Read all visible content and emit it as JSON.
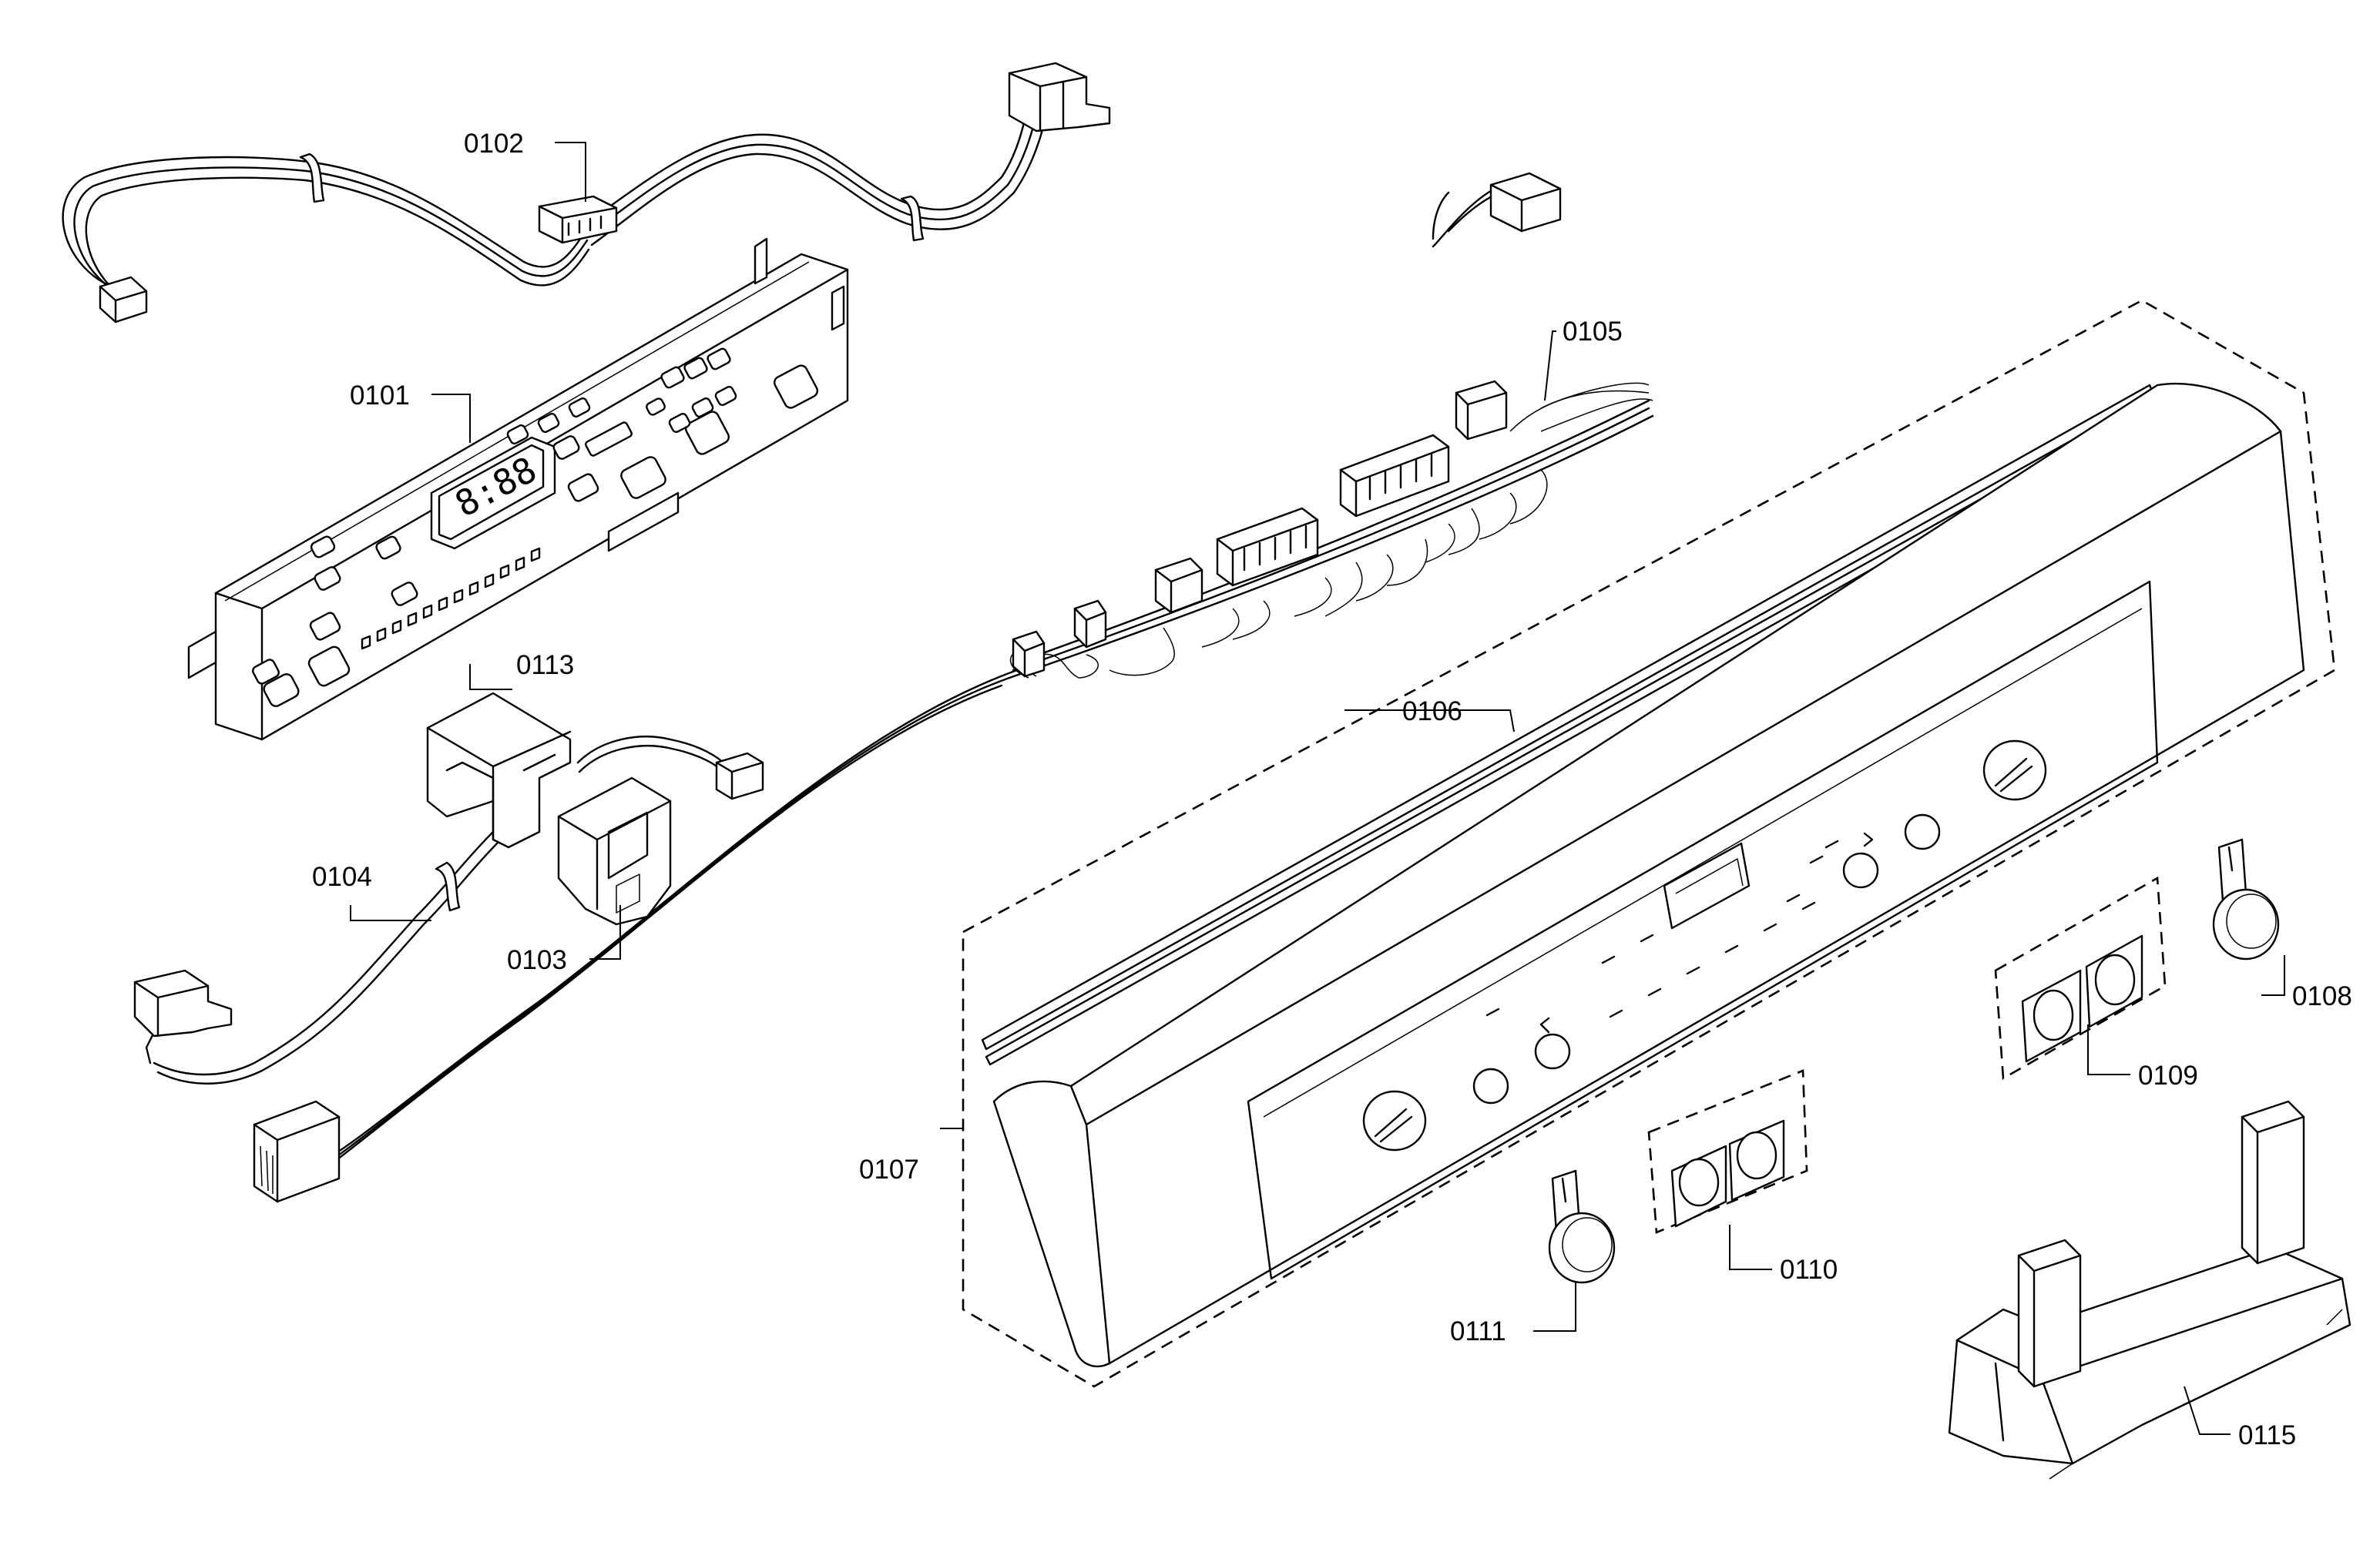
{
  "display_readout": "8:88",
  "callouts": [
    {
      "id": "c0101",
      "text": "0101"
    },
    {
      "id": "c0102",
      "text": "0102"
    },
    {
      "id": "c0103",
      "text": "0103"
    },
    {
      "id": "c0104",
      "text": "0104"
    },
    {
      "id": "c0105",
      "text": "0105"
    },
    {
      "id": "c0106",
      "text": "0106"
    },
    {
      "id": "c0107",
      "text": "0107"
    },
    {
      "id": "c0108",
      "text": "0108"
    },
    {
      "id": "c0109",
      "text": "0109"
    },
    {
      "id": "c0110",
      "text": "0110"
    },
    {
      "id": "c0111",
      "text": "0111"
    },
    {
      "id": "c0113",
      "text": "0113"
    },
    {
      "id": "c0115",
      "text": "0115"
    }
  ]
}
